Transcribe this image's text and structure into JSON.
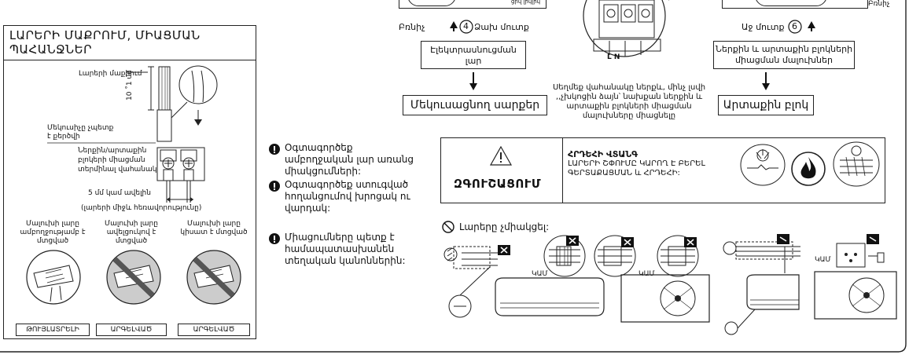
{
  "top": {
    "pinch_left": "Բռնիչ",
    "left_input_num": "4",
    "left_input_label": "Ձախ մուտք",
    "right_input_label": "Աջ մուտք",
    "right_input_num": "6",
    "pinch_right": "Բռնիչ",
    "power_cable": "Էլեկտրասնուցման լար",
    "single_device": "Մեկուսացնող սարքեր",
    "inner_outer_conn": "Ներքին և արտաքին բլոկների միացման մալուխներ",
    "outdoor_unit": "Արտաքին բլոկ",
    "terminal_note": "Սեղմեք վահանակը ներքև, մինչ լսվի ,,չխկոցին ձայն՝ նախքան ներքին և արտաքին բլոկների միացման մալուխները միացնելը",
    "terminal_tag": "L N"
  },
  "wire_panel": {
    "title": "ԼԱՐԵՐԻ ՄԱՔՐՈՒՄ, ՄԻԱՑՄԱՆ ՊԱՀԱՆՋՆԵՐ",
    "wire_strip": "Լարերի մաքրում",
    "dim_10mm": "10 ˚1 մմ",
    "core_note": "Մեկուսիչը չպետք է քերծվի",
    "conn_label": "Ներքին/արտաքին բլոկերի միացման տերմինալ վահանակ",
    "gap_label": "5 մմ կամ ավելին",
    "gap_sub": "(լարերի միջև հեռավորությունը)",
    "case_ok": "Մալուխի լարը ամբողջությամբ է մտցված",
    "case_bad1": "Մալուխի լարը ավելցուկով է մտցված",
    "case_bad2": "Մալուխի լարը կիսատ է մտցված",
    "verdict_ok": "ԹՈՒՅԼԱՏՐԵԼԻ",
    "verdict_bad1": "ԱՐԳԵԼՎԱԾ",
    "verdict_bad2": "ԱՐԳԵԼՎԱԾ"
  },
  "notes": [
    "Օգտագործեք ամբողջական լար առանց միակցումների:",
    "Օգտագործեք ստուգված հողանցումով խրոցակ ու վարդակ:",
    "Միացումները պետք է համապատասխանեն տեղական կանոններին:"
  ],
  "warning": {
    "label": "ԶԳՈՒՇԱՑՈՒՄ",
    "head": "ՀՐԴԵՀԻ ՎՏԱՆԳ",
    "body": "ԼԱՐԵՐԻ ՇՓՈՒՄԸ ԿԱՐՈՂ Է ԲԵՐԵԼ ԳԵՐՏԱՔԱՑՄԱՆ և ՀՐԴԵՀԻ:"
  },
  "no_splice": {
    "title": "Լարերը չմիակցել:",
    "or1": "ԿԱՄ",
    "or2": "ԿԱՄ",
    "or3": "ԿԱՄ"
  }
}
